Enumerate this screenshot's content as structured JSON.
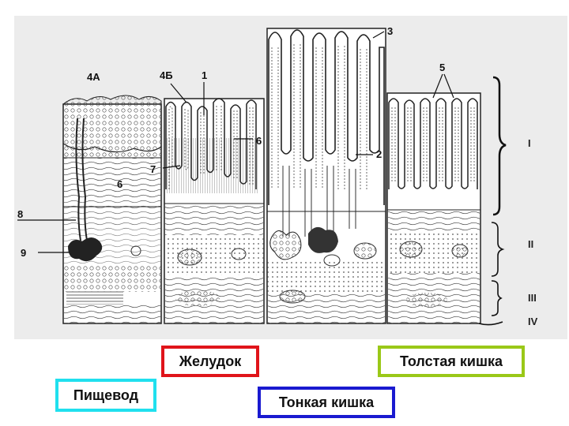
{
  "figure": {
    "numbers": {
      "n1": "1",
      "n2": "2",
      "n3": "3",
      "n4a": "4А",
      "n4b": "4Б",
      "n5": "5",
      "n6a": "6",
      "n6b": "6",
      "n7": "7",
      "n8": "8",
      "n9": "9"
    },
    "layers": {
      "l1": "I",
      "l2": "II",
      "l3": "III",
      "l4": "IV"
    }
  },
  "organs": {
    "esophagus": "Пищевод",
    "stomach": "Желудок",
    "small_intestine": "Тонкая кишка",
    "large_intestine": "Толстая кишка"
  },
  "colors": {
    "esophagus": "#20e0ee",
    "stomach": "#e0141a",
    "small_intestine": "#1a1ad0",
    "large_intestine": "#9ac818"
  }
}
